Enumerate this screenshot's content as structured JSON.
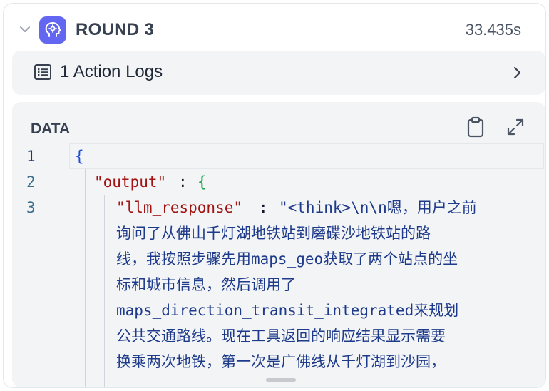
{
  "round": {
    "title": "ROUND 3",
    "duration": "33.435s",
    "icon": "brain-gear-icon"
  },
  "action_logs": {
    "label": "1 Action Logs",
    "icon": "list-icon"
  },
  "data_panel": {
    "title": "DATA",
    "copy_icon": "clipboard-icon",
    "expand_icon": "expand-icon",
    "line_numbers": [
      "1",
      "2",
      "3"
    ],
    "code": {
      "open_brace": "{",
      "output_key": "\"output\"",
      "colon": ":",
      "output_brace": "{",
      "llm_key": "\"llm_response\"",
      "llm_colon": ":",
      "llm_value_lines": [
        "\"<think>\\n\\n嗯，用户之前",
        "询问了从佛山千灯湖地铁站到磨碟沙地铁站的路",
        "线，我按照步骤先用maps_geo获取了两个站点的坐",
        "标和城市信息，然后调用了",
        "maps_direction_transit_integrated来规划",
        "公共交通路线。现在工具返回的响应结果显示需要",
        "换乘两次地铁，第一次是广佛线从千灯湖到沙园，"
      ]
    }
  }
}
